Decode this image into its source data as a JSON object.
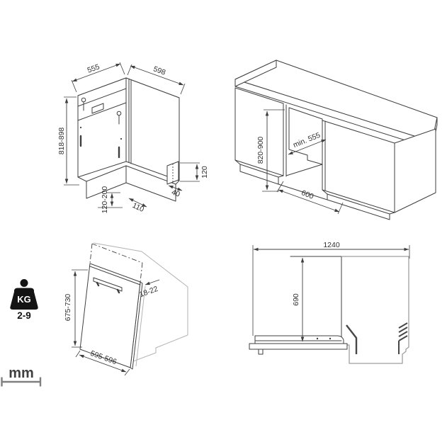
{
  "dims": {
    "iso": {
      "width": "555",
      "depth": "598",
      "height": "818-898",
      "plinth_height": "120-200",
      "plinth_depth": "110",
      "foot_height": "120",
      "foot_depth": "40"
    },
    "niche": {
      "height": "820-900",
      "depth": "min. 555",
      "width": "600"
    },
    "panel": {
      "height": "675-730",
      "thickness": "18-22",
      "width": "595-596"
    },
    "side": {
      "open_depth": "1240",
      "door_height": "690"
    }
  },
  "badges": {
    "weight_unit": "KG",
    "weight_range": "2-9",
    "measure_unit": "mm"
  }
}
